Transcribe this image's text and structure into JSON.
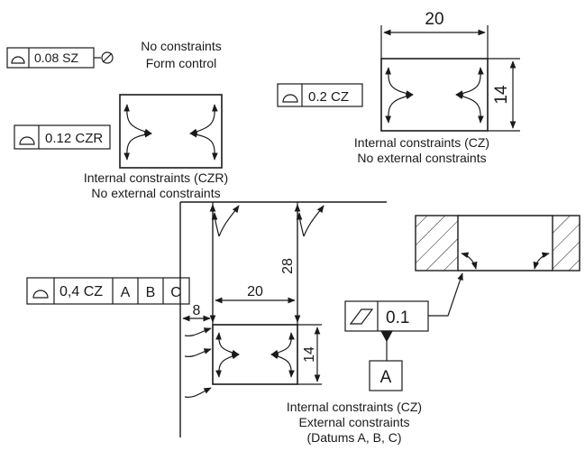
{
  "fcf_surface_008": {
    "symbol": "surface-profile-icon",
    "value": "0.08 SZ"
  },
  "note_form_control": {
    "line1": "No constraints",
    "line2": "Form control"
  },
  "fcf_surface_012": {
    "symbol": "surface-profile-icon",
    "value": "0.12 CZR"
  },
  "note_czr": {
    "line1": "Internal constraints (CZR)",
    "line2": "No external constraints"
  },
  "fcf_surface_02": {
    "symbol": "surface-profile-icon",
    "value": "0.2 CZ"
  },
  "dim_top_width": "20",
  "dim_top_height": "14",
  "note_cz": {
    "line1": "Internal constraints (CZ)",
    "line2": "No external constraints"
  },
  "fcf_surface_04": {
    "symbol": "surface-profile-icon",
    "value": "0,4 CZ",
    "datums": [
      "A",
      "B",
      "C"
    ]
  },
  "dim_offset_x": "8",
  "dim_width": "20",
  "dim_offset_y": "28",
  "dim_height": "14",
  "fcf_parallelism": {
    "symbol": "parallelism-icon",
    "value": "0.1"
  },
  "datum_label": "A",
  "note_bottom": {
    "line1": "Internal constraints (CZ)",
    "line2": "External constraints",
    "line3": "(Datums A, B, C)"
  }
}
